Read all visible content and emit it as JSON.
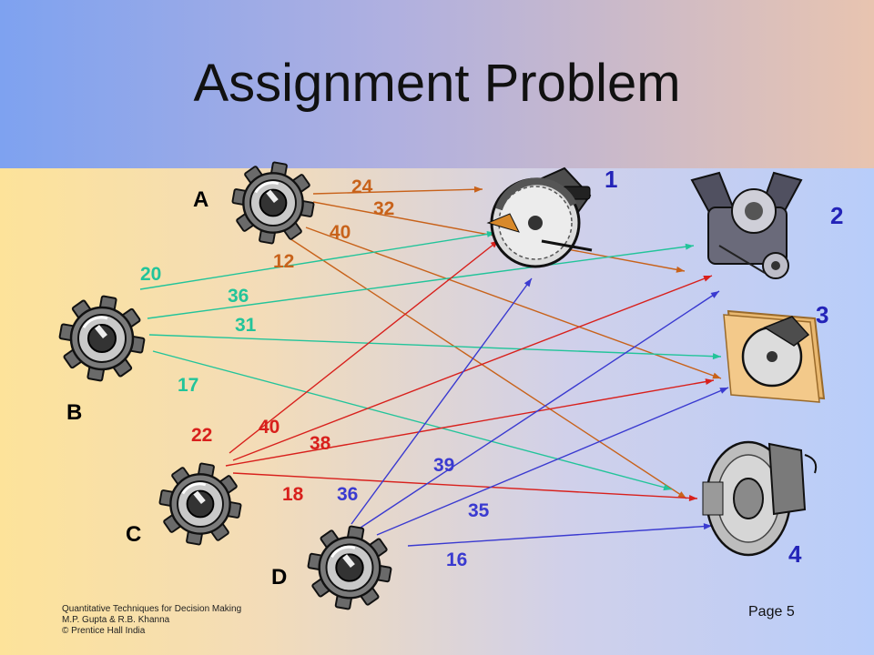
{
  "slide": {
    "title": "Assignment Problem",
    "footer_lines": [
      "Quantitative Techniques for Decision Making",
      "M.P. Gupta & R.B. Khanna",
      "© Prentice Hall India"
    ],
    "page_label": "Page 5"
  },
  "sources": [
    {
      "label": "A",
      "color": "#c8621a"
    },
    {
      "label": "B",
      "color": "#22c49a"
    },
    {
      "label": "C",
      "color": "#d8201c"
    },
    {
      "label": "D",
      "color": "#3a3ad0"
    }
  ],
  "targets": [
    {
      "label": "1",
      "icon": "circular-saw-icon"
    },
    {
      "label": "2",
      "icon": "engine-icon"
    },
    {
      "label": "3",
      "icon": "saw-box-icon"
    },
    {
      "label": "4",
      "icon": "disc-brake-icon"
    }
  ],
  "costs": [
    {
      "from": "A",
      "to": "1",
      "value": "24"
    },
    {
      "from": "A",
      "to": "2",
      "value": "32"
    },
    {
      "from": "A",
      "to": "3",
      "value": "40"
    },
    {
      "from": "A",
      "to": "4",
      "value": "12"
    },
    {
      "from": "B",
      "to": "1",
      "value": "20"
    },
    {
      "from": "B",
      "to": "2",
      "value": "36"
    },
    {
      "from": "B",
      "to": "3",
      "value": "31"
    },
    {
      "from": "B",
      "to": "4",
      "value": "17"
    },
    {
      "from": "C",
      "to": "1",
      "value": "22"
    },
    {
      "from": "C",
      "to": "2",
      "value": "40"
    },
    {
      "from": "C",
      "to": "3",
      "value": "38"
    },
    {
      "from": "C",
      "to": "4",
      "value": "18"
    },
    {
      "from": "D",
      "to": "1",
      "value": "36"
    },
    {
      "from": "D",
      "to": "2",
      "value": "39"
    },
    {
      "from": "D",
      "to": "3",
      "value": "35"
    },
    {
      "from": "D",
      "to": "4",
      "value": "16"
    }
  ]
}
